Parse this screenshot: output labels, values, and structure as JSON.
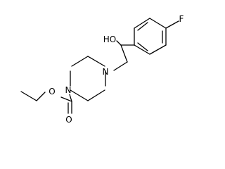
{
  "molecule": {
    "atoms": {
      "fluorine": "F",
      "hydroxyl": "HO",
      "piperazine_n_top": "N",
      "piperazine_n_bottom": "N",
      "ester_o_single": "O",
      "carbonyl_o": "O"
    },
    "bond_color": "#000000",
    "background_color": "#ffffff"
  }
}
